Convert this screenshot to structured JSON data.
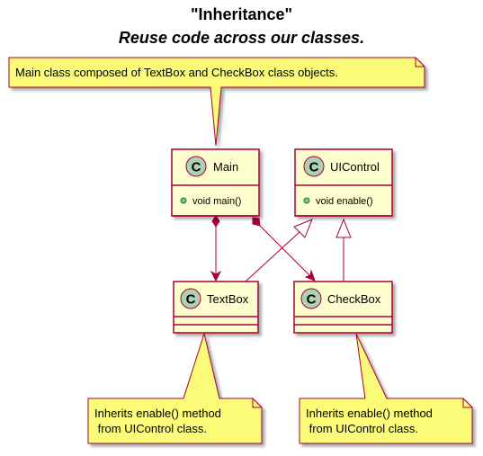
{
  "title": "\"Inheritance\"",
  "subtitle": "Reuse code across our classes.",
  "colors": {
    "class_fill": "#FEFECE",
    "class_border": "#A80036",
    "note_fill": "#FBFB77",
    "note_border": "#A80036",
    "circle_fill": "#ADD1B2",
    "visibility_fill": "#84BE84",
    "visibility_border": "#038048",
    "arrow": "#A80036"
  },
  "classes": {
    "main": {
      "stereotype_letter": "C",
      "name": "Main",
      "members": [
        "void main()"
      ]
    },
    "uicontrol": {
      "stereotype_letter": "C",
      "name": "UIControl",
      "members": [
        "void enable()"
      ]
    },
    "textbox": {
      "stereotype_letter": "C",
      "name": "TextBox",
      "members": []
    },
    "checkbox": {
      "stereotype_letter": "C",
      "name": "CheckBox",
      "members": []
    }
  },
  "notes": {
    "top": {
      "lines": [
        "Main class composed of TextBox and CheckBox class objects."
      ]
    },
    "left": {
      "lines": [
        "Inherits enable() method",
        " from UIControl class."
      ]
    },
    "right": {
      "lines": [
        "Inherits enable() method",
        " from UIControl class."
      ]
    }
  },
  "relations": [
    {
      "from": "Main",
      "to": "TextBox",
      "kind": "composition"
    },
    {
      "from": "Main",
      "to": "CheckBox",
      "kind": "composition"
    },
    {
      "from": "TextBox",
      "to": "UIControl",
      "kind": "inheritance"
    },
    {
      "from": "CheckBox",
      "to": "UIControl",
      "kind": "inheritance"
    }
  ]
}
